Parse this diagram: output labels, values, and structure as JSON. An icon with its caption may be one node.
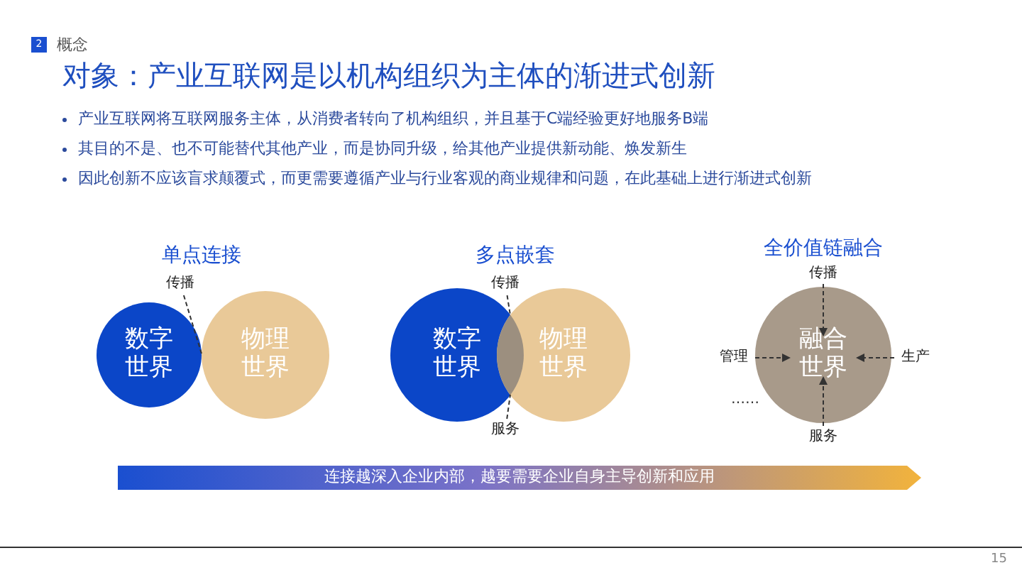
{
  "diagram": {
    "title": "对象：产业互联网是以机构组织为主体的渐进式创新",
    "nodes": [
      {
        "text": [
          "数字世界"
        ]
      },
      {
        "text": [
          "物理世界"
        ]
      },
      {
        "text": [
          "传播"
        ]
      },
      {
        "text": [
          "数字世界"
        ]
      },
      {
        "text": [
          "物理世界"
        ]
      },
      {
        "text": [
          "传播"
        ]
      },
      {
        "text": [
          "服务"
        ]
      },
      {
        "text": [
          "融合世界"
        ]
      },
      {
        "text": [
          "传播"
        ]
      },
      {
        "text": [
          "管理"
        ]
      },
      {
        "text": [
          "生产"
        ]
      },
      {
        "text": [
          "服务"
        ]
      },
      {
        "text": [
          "连接越深入企业内部，越要需要企业自身主导创新和应用"
        ]
      }
    ],
    "edges": [
      {
        "from": 2,
        "to": 0,
        "arrow": "none",
        "style": "dashed"
      },
      {
        "from": 5,
        "to": 3,
        "arrow": "none",
        "style": "dashed"
      },
      {
        "from": 6,
        "to": 3,
        "arrow": "none",
        "style": "dashed"
      },
      {
        "from": 8,
        "to": 7,
        "arrow": "to",
        "style": "dashed"
      },
      {
        "from": 9,
        "to": 7,
        "arrow": "to",
        "style": "dashed"
      },
      {
        "from": 10,
        "to": 7,
        "arrow": "to",
        "style": "dashed"
      },
      {
        "from": 11,
        "to": 7,
        "arrow": "to",
        "style": "dashed"
      }
    ],
    "labels": [
      "2",
      "概念",
      "产业互联网将互联网服务主体，从消费者转向了机构组织，并且基于C端经验更好地服务B端",
      "其目的不是、也不可能替代其他产业，而是协同升级，给其他产业提供新动能、焕发新生",
      "因此创新不应该盲求颠覆式，而更需要遵循产业与行业客观的商业规律和问题，在此基础上进行渐进式创新",
      "单点连接",
      "多点嵌套",
      "全价值链融合",
      "……",
      "15"
    ]
  }
}
